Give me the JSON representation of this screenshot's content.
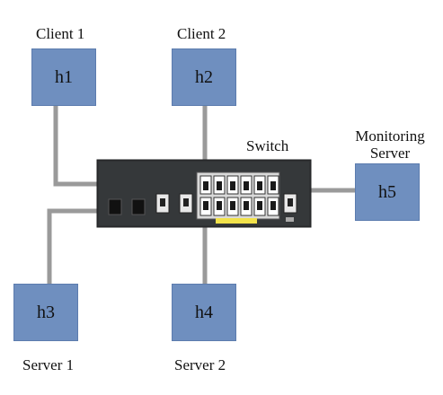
{
  "labels": {
    "client1": "Client 1",
    "client2": "Client 2",
    "server1": "Server 1",
    "server2": "Server 2",
    "switch": "Switch",
    "monitoring_line1": "Monitoring",
    "monitoring_line2": "Server"
  },
  "hosts": {
    "h1": "h1",
    "h2": "h2",
    "h3": "h3",
    "h4": "h4",
    "h5": "h5"
  },
  "colors": {
    "host_fill": "#6f8fbf",
    "link": "#9a9a9a",
    "switch_body": "#2f3133",
    "port_highlight": "#f2e24a"
  }
}
